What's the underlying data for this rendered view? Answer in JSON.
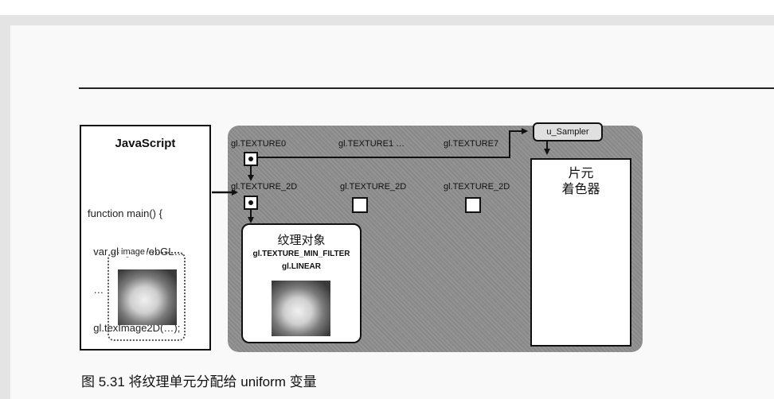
{
  "figure": {
    "javascript_box": {
      "title": "JavaScript",
      "code_lines": [
        "function main() {",
        "  var gl=getWebGL…",
        "  …",
        "  gl.texImage2D(…);"
      ],
      "image_label": "image"
    },
    "texture_units": [
      {
        "label": "gl.TEXTURE0"
      },
      {
        "label": "gl.TEXTURE1 …"
      },
      {
        "label": "gl.TEXTURE7"
      }
    ],
    "texture_targets": [
      {
        "label": "gl.TEXTURE_2D"
      },
      {
        "label": "gl.TEXTURE_2D"
      },
      {
        "label": "gl.TEXTURE_2D"
      }
    ],
    "texture_object": {
      "title": "纹理对象",
      "param_name": "gl.TEXTURE_MIN_FILTER",
      "param_value": "gl.LINEAR"
    },
    "sampler": {
      "label": "u_Sampler"
    },
    "fragment_shader": {
      "label": "片元\n着色器"
    }
  },
  "caption": "图 5.31  将纹理单元分配给 uniform 变量"
}
